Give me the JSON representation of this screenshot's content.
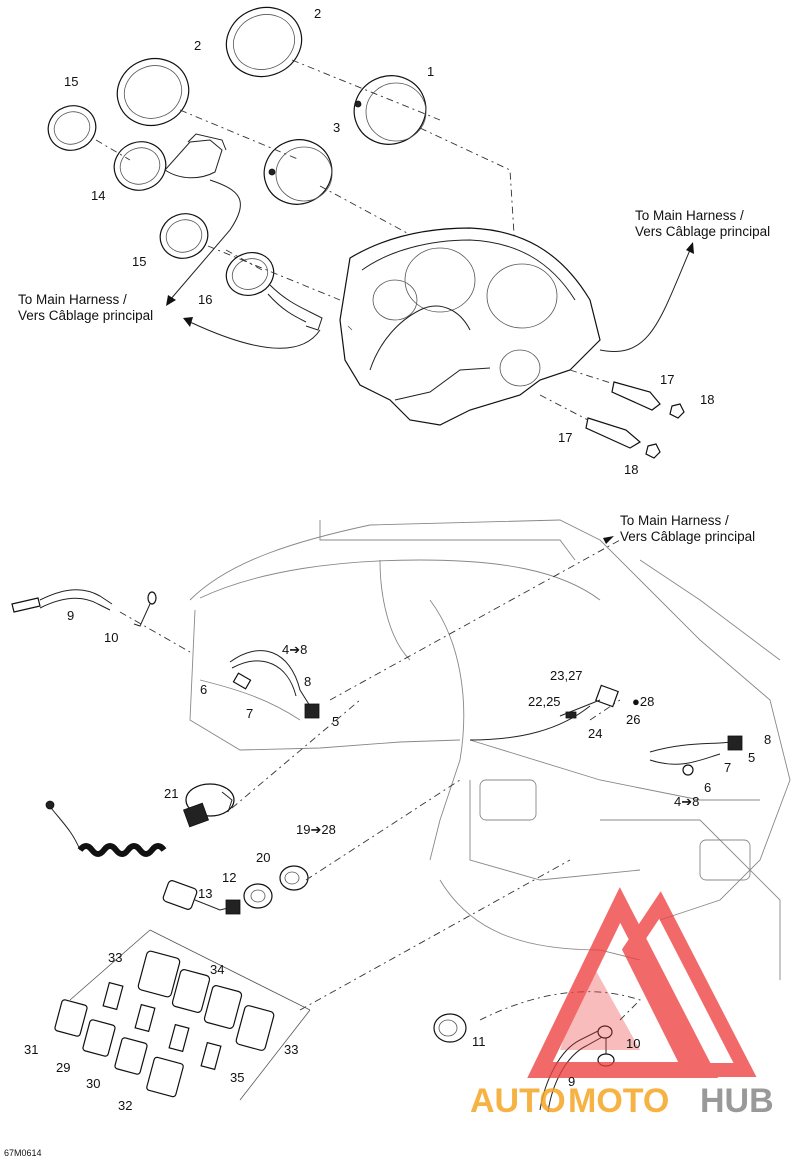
{
  "diagram": {
    "figure_code": "67M0614",
    "harness_note_line1": "To Main Harness /",
    "harness_note_line2": "Vers Câblage principal",
    "watermark": {
      "text_part1": "AUTO",
      "text_part2": "MOTO",
      "text_part3": "HUB",
      "color_red": "#ee4040",
      "color_orange": "#f5a623",
      "color_gray": "#888888"
    },
    "callouts": {
      "c1": "1",
      "c2a": "2",
      "c2b": "2",
      "c3": "3",
      "c14": "14",
      "c15a": "15",
      "c15b": "15",
      "c16": "16",
      "c17a": "17",
      "c17b": "17",
      "c18a": "18",
      "c18b": "18",
      "c9a": "9",
      "c10a": "10",
      "c4a": "4➔8",
      "c8a": "8",
      "c6a": "6",
      "c7a": "7",
      "c5a": "5",
      "c23": "23,27",
      "c22": "22,25",
      "c24": "24",
      "c26": "26",
      "c28": "●28",
      "c8b": "8",
      "c5b": "5",
      "c7b": "7",
      "c6b": "6",
      "c4b": "4➔8",
      "c21": "21",
      "c19": "19➔28",
      "c20": "20",
      "c12": "12",
      "c13": "13",
      "c33a": "33",
      "c34": "34",
      "c33b": "33",
      "c31": "31",
      "c29": "29",
      "c30": "30",
      "c32": "32",
      "c35": "35",
      "c11": "11",
      "c10b": "10",
      "c9b": "9"
    }
  }
}
